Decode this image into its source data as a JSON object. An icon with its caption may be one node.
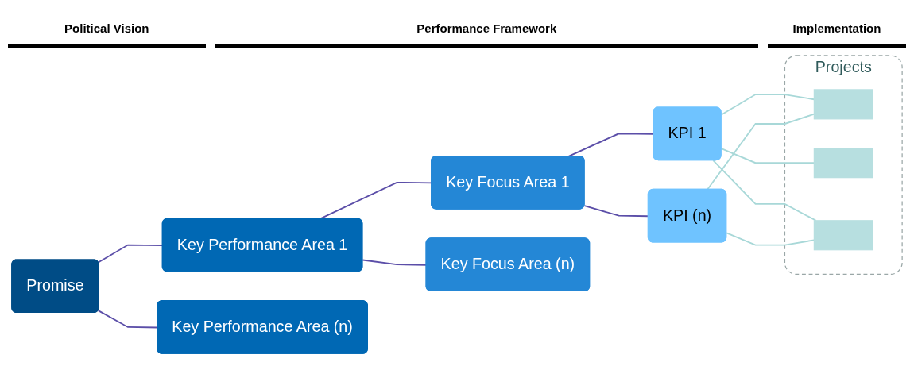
{
  "diagram": {
    "nodes": [
      {
        "text": [
          "Promise"
        ]
      },
      {
        "text": [
          "Key Performance Area 1"
        ]
      },
      {
        "text": [
          "Key Performance Area (n)"
        ]
      },
      {
        "text": [
          "Key Focus Area 1"
        ]
      },
      {
        "text": [
          "Key Focus Area (n)"
        ]
      },
      {
        "text": [
          "KPI 1"
        ]
      },
      {
        "text": [
          "KPI (n)"
        ]
      },
      {
        "text": [
          "Projects"
        ]
      },
      {
        "text": [],
        "shape": "box",
        "in": 7
      },
      {
        "text": [],
        "shape": "box",
        "in": 7
      },
      {
        "text": [],
        "shape": "box",
        "in": 7
      }
    ],
    "edges": [
      {
        "from": 0,
        "to": 1,
        "arrow": "none"
      },
      {
        "from": 0,
        "to": 2,
        "arrow": "none"
      },
      {
        "from": 1,
        "to": 3,
        "arrow": "none"
      },
      {
        "from": 1,
        "to": 4,
        "arrow": "none"
      },
      {
        "from": 3,
        "to": 5,
        "arrow": "none"
      },
      {
        "from": 3,
        "to": 6,
        "arrow": "none"
      },
      {
        "from": 5,
        "to": 8,
        "arrow": "none",
        "color": "#a8d8d8"
      },
      {
        "from": 5,
        "to": 9,
        "arrow": "none",
        "color": "#a8d8d8"
      },
      {
        "from": 5,
        "to": 10,
        "arrow": "none",
        "color": "#a8d8d8"
      },
      {
        "from": 6,
        "to": 8,
        "arrow": "none",
        "color": "#a8d8d8"
      },
      {
        "from": 6,
        "to": 10,
        "arrow": "none",
        "color": "#a8d8d8"
      }
    ],
    "labels": [
      "Political Vision",
      "Performance Framework",
      "Implementation"
    ]
  }
}
